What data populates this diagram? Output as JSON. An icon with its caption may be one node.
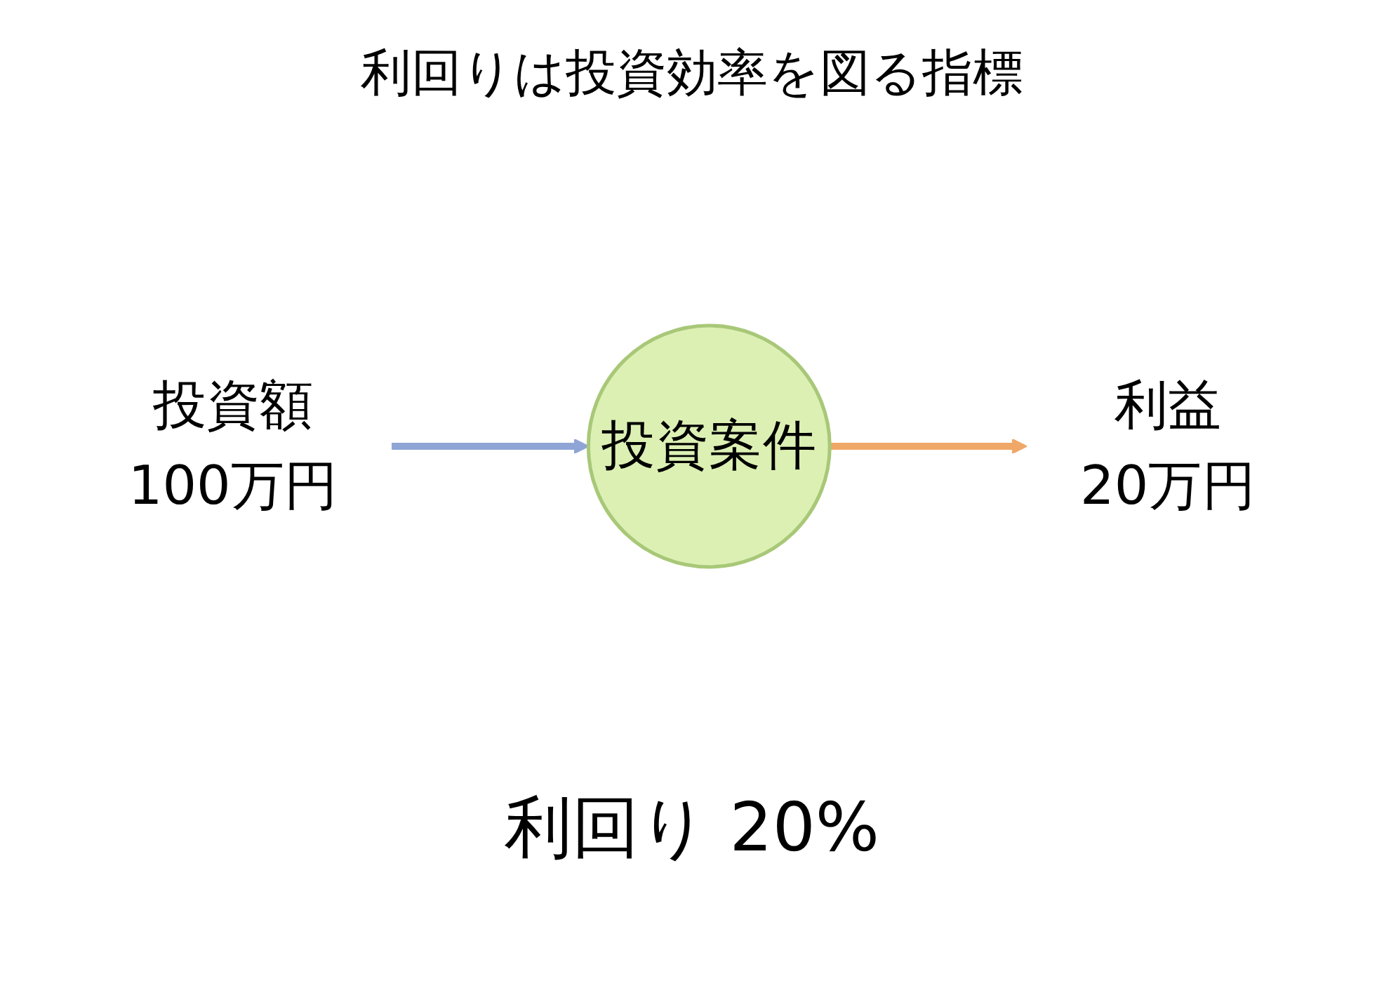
{
  "diagram": {
    "title": "利回りは投資効率を図る指標",
    "nodes": [
      {
        "text": [
          "投資額",
          "100万円"
        ]
      },
      {
        "text": [
          "投資案件"
        ]
      },
      {
        "text": [
          "利益",
          "20万円"
        ]
      }
    ],
    "edges": [
      {
        "from": 0,
        "to": 1,
        "arrow": "to",
        "color": "#8ea5d6"
      },
      {
        "from": 1,
        "to": 2,
        "arrow": "to",
        "color": "#f0a868"
      }
    ],
    "labels": [
      "利回り 20%"
    ]
  }
}
